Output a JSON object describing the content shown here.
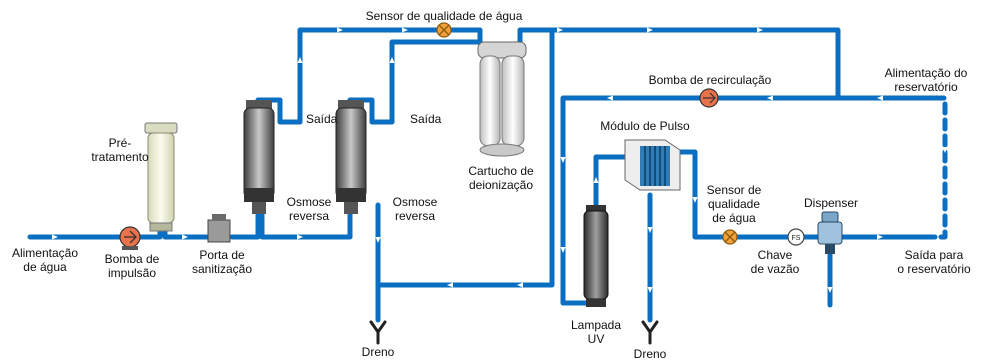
{
  "colors": {
    "pipe": "#0a6fc2",
    "pipe_dashed": "#0a6fc2",
    "arrow": "#ffffff",
    "pump": "#e8734a",
    "sensor": "#f2a13a",
    "filter_body": "#e9ecd6",
    "ro_body": "#6e6e6e",
    "pulse_module": "#1b6fb0",
    "lamp": "#4a4a4a"
  },
  "labels": {
    "water_feed": "Alimentação\nde água",
    "booster_pump": "Bomba de\nimpulsão",
    "pretreatment": "Pré-\ntratamento",
    "sanitization_port": "Porta de\nsanitização",
    "ro1": "Osmose\nreversa",
    "ro2": "Osmose\nreversa",
    "outlet1": "Saída",
    "outlet2": "Saída",
    "water_quality_sensor_top": "Sensor de qualidade de água",
    "deionization_cartridge": "Cartucho de\ndeionização",
    "recirculation_pump": "Bomba de recirculação",
    "reservoir_feed": "Alimentação do\nreservatório",
    "pulse_module": "Módulo de Pulso",
    "water_quality_sensor_right": "Sensor de\nqualidade\nde água",
    "dispenser": "Dispenser",
    "flow_switch": "Chave\nde vazão",
    "flow_switch_badge": "FS",
    "reservoir_outlet": "Saída para\no reservatório",
    "uv_lamp": "Lampada\nUV",
    "drain1": "Dreno",
    "drain2": "Dreno"
  }
}
